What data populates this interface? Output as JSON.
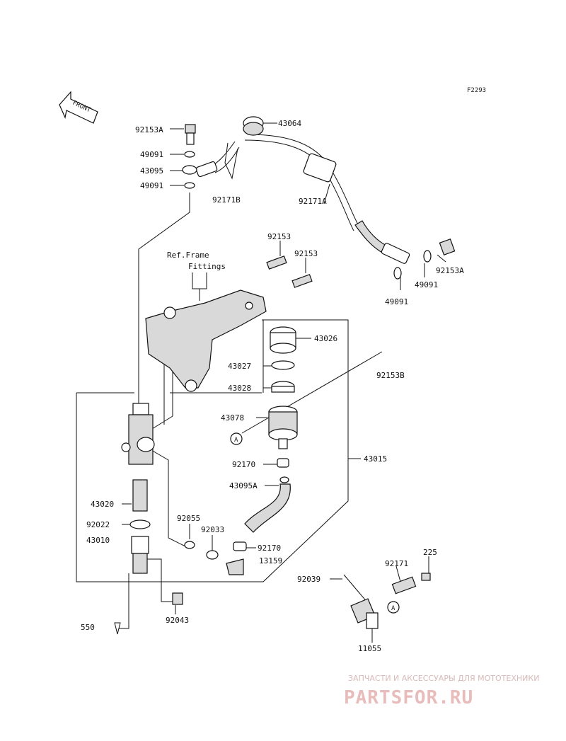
{
  "diagram_code": "F2293",
  "front_label": "FRONT",
  "ref_note": [
    "Ref.Frame",
    "Fittings"
  ],
  "parts": {
    "p92153A_top": "92153A",
    "p49091_a": "49091",
    "p43095": "43095",
    "p49091_b": "49091",
    "p43064": "43064",
    "p92171B": "92171B",
    "p92171A": "92171A",
    "p92153A_right": "92153A",
    "p49091_c": "49091",
    "p49091_d": "49091",
    "p92153_a": "92153",
    "p92153_b": "92153",
    "p43026": "43026",
    "p43027": "43027",
    "p43028": "43028",
    "p92153B": "92153B",
    "p43078": "43078",
    "p43015": "43015",
    "p92170_a": "92170",
    "p43095A": "43095A",
    "p43020": "43020",
    "p92022": "92022",
    "p43010": "43010",
    "p92055": "92055",
    "p92033": "92033",
    "p92170_b": "92170",
    "p13159": "13159",
    "p92171": "92171",
    "p225": "225",
    "p92039": "92039",
    "p92043": "92043",
    "p550": "550",
    "p11055": "11055"
  },
  "callout_ref": "A",
  "watermark": {
    "top": "ЗАПЧАСТИ И АКСЕССУАРЫ ДЛЯ МОТОТЕХНИКИ",
    "main": "PARTSFOR.RU"
  }
}
